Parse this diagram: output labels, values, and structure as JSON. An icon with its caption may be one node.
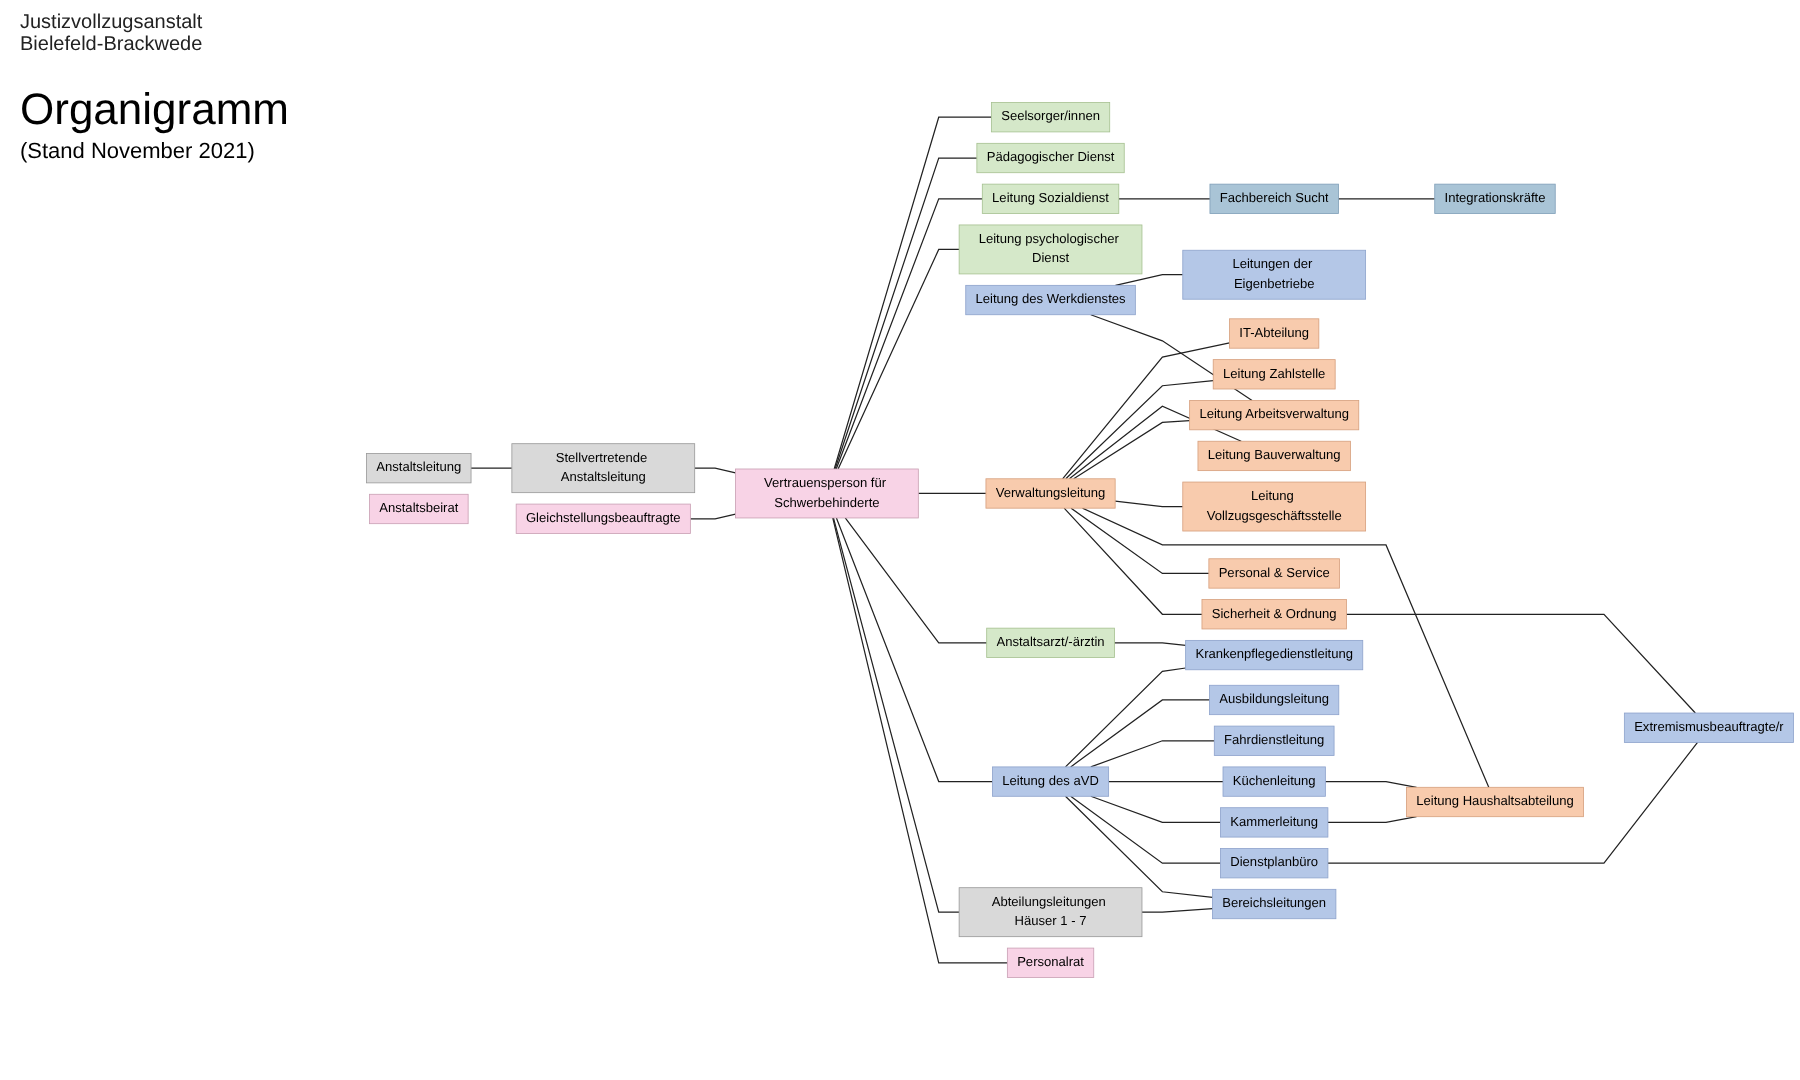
{
  "diagram": {
    "title": "Organigramm",
    "nodes": [
      {
        "text": [
          "Anstaltsleitung"
        ]
      },
      {
        "text": [
          "Stellvertretende Anstaltsleitung"
        ]
      },
      {
        "text": [
          "Anstaltsbeirat"
        ]
      },
      {
        "text": [
          "Gleichstellungsbeauftragte"
        ]
      },
      {
        "text": [
          "Vertrauensperson für Schwerbehinderte"
        ]
      },
      {
        "text": [
          "Personalrat"
        ]
      },
      {
        "text": [
          "Abteilungsleitungen Häuser 1 - 7"
        ]
      },
      {
        "text": [
          "Leitung des aVD"
        ]
      },
      {
        "text": [
          "Bereichsleitungen"
        ]
      },
      {
        "text": [
          "Dienstplanbüro"
        ]
      },
      {
        "text": [
          "Kammerleitung"
        ]
      },
      {
        "text": [
          "Küchenleitung"
        ]
      },
      {
        "text": [
          "Fahrdienstleitung"
        ]
      },
      {
        "text": [
          "Ausbildungsleitung"
        ]
      },
      {
        "text": [
          "Anstaltsarzt/-ärztin"
        ]
      },
      {
        "text": [
          "Krankenpflegedienstleitung"
        ]
      },
      {
        "text": [
          "Leitung des Werkdienstes"
        ]
      },
      {
        "text": [
          "Leitungen der Eigenbetriebe"
        ]
      },
      {
        "text": [
          "Verwaltungsleitung"
        ]
      },
      {
        "text": [
          "Sicherheit & Ordnung"
        ]
      },
      {
        "text": [
          "Extremismusbeauftragte/r"
        ]
      },
      {
        "text": [
          "Personal & Service"
        ]
      },
      {
        "text": [
          "Leitung Haushaltsabteilung"
        ]
      },
      {
        "text": [
          "Leitung Vollzugsgeschäftsstelle"
        ]
      },
      {
        "text": [
          "Leitung Arbeitsverwaltung"
        ]
      },
      {
        "text": [
          "Leitung Bauverwaltung"
        ]
      },
      {
        "text": [
          "Leitung Zahlstelle"
        ]
      },
      {
        "text": [
          "IT-Abteilung"
        ]
      },
      {
        "text": [
          "Leitung psychologischer Dienst"
        ]
      },
      {
        "text": [
          "Leitung Sozialdienst"
        ]
      },
      {
        "text": [
          "Fachbereich Sucht"
        ]
      },
      {
        "text": [
          "Integrationskräfte"
        ]
      },
      {
        "text": [
          "Pädagogischer Dienst"
        ]
      },
      {
        "text": [
          "Seelsorger/innen"
        ]
      }
    ],
    "edges": [
      {
        "from": 0,
        "to": 1,
        "arrow": "none"
      },
      {
        "from": 1,
        "to": 4,
        "arrow": "none"
      },
      {
        "from": 3,
        "to": 4,
        "arrow": "none"
      },
      {
        "from": 4,
        "to": 5,
        "arrow": "none"
      },
      {
        "from": 4,
        "to": 6,
        "arrow": "none"
      },
      {
        "from": 4,
        "to": 7,
        "arrow": "none"
      },
      {
        "from": 4,
        "to": 14,
        "arrow": "none"
      },
      {
        "from": 4,
        "to": 18,
        "arrow": "none"
      },
      {
        "from": 4,
        "to": 28,
        "arrow": "none"
      },
      {
        "from": 4,
        "to": 29,
        "arrow": "none"
      },
      {
        "from": 4,
        "to": 32,
        "arrow": "none"
      },
      {
        "from": 4,
        "to": 33,
        "arrow": "none"
      },
      {
        "from": 6,
        "to": 8,
        "arrow": "none"
      },
      {
        "from": 7,
        "to": 8,
        "arrow": "none"
      },
      {
        "from": 7,
        "to": 9,
        "arrow": "none"
      },
      {
        "from": 7,
        "to": 10,
        "arrow": "none"
      },
      {
        "from": 7,
        "to": 11,
        "arrow": "none"
      },
      {
        "from": 7,
        "to": 12,
        "arrow": "none"
      },
      {
        "from": 7,
        "to": 13,
        "arrow": "none"
      },
      {
        "from": 7,
        "to": 15,
        "arrow": "none"
      },
      {
        "from": 14,
        "to": 15,
        "arrow": "none"
      },
      {
        "from": 18,
        "to": 19,
        "arrow": "none"
      },
      {
        "from": 19,
        "to": 20,
        "arrow": "none"
      },
      {
        "from": 18,
        "to": 21,
        "arrow": "none"
      },
      {
        "from": 18,
        "to": 22,
        "arrow": "none"
      },
      {
        "from": 18,
        "to": 23,
        "arrow": "none"
      },
      {
        "from": 18,
        "to": 24,
        "arrow": "none"
      },
      {
        "from": 18,
        "to": 25,
        "arrow": "none"
      },
      {
        "from": 18,
        "to": 26,
        "arrow": "none"
      },
      {
        "from": 18,
        "to": 27,
        "arrow": "none"
      },
      {
        "from": 16,
        "to": 24,
        "arrow": "none"
      },
      {
        "from": 16,
        "to": 17,
        "arrow": "none"
      },
      {
        "from": 29,
        "to": 30,
        "arrow": "none"
      },
      {
        "from": 30,
        "to": 31,
        "arrow": "none"
      },
      {
        "from": 9,
        "to": 20,
        "arrow": "none"
      },
      {
        "from": 10,
        "to": 22,
        "arrow": "none"
      },
      {
        "from": 11,
        "to": 22,
        "arrow": "none"
      }
    ],
    "labels": [
      "Justizvollzugsanstalt Bielefeld-Brackwede",
      "(Stand November 2021)"
    ]
  }
}
